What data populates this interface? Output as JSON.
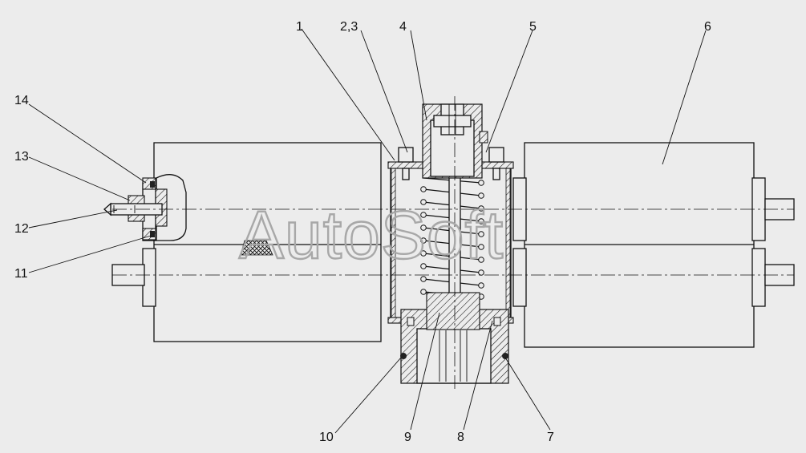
{
  "callouts": {
    "c1": "1",
    "c2_3": "2,3",
    "c4": "4",
    "c5": "5",
    "c6": "6",
    "c7": "7",
    "c8": "8",
    "c9": "9",
    "c10": "10",
    "c11": "11",
    "c12": "12",
    "c13": "13",
    "c14": "14"
  },
  "watermark": "AutoSoft"
}
